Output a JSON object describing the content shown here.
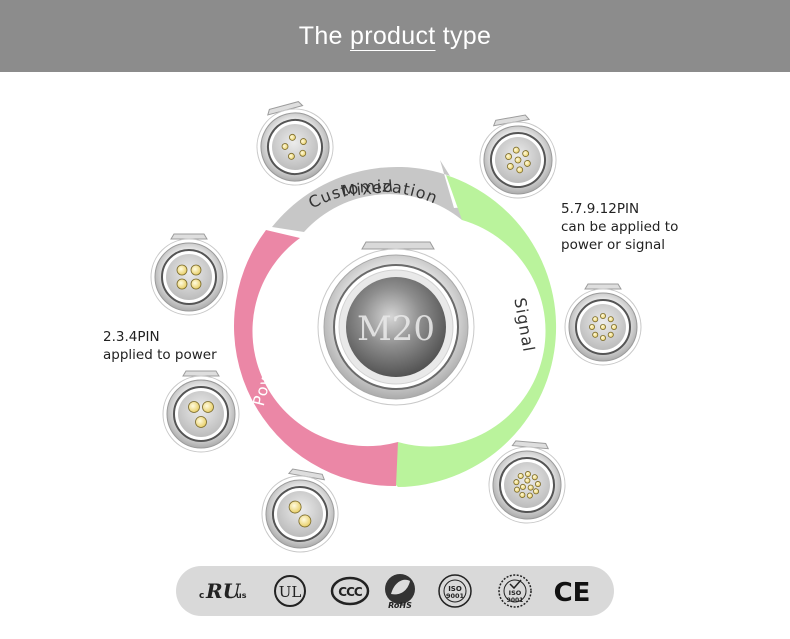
{
  "header": {
    "title_pre": "The ",
    "title_underlined": "product",
    "title_post": " type"
  },
  "center_label": "M20",
  "segments": [
    {
      "id": "mixed",
      "line1": "Mixed",
      "line2": "Customization",
      "color": "#c7c7c7"
    },
    {
      "id": "signal",
      "label": "Signal",
      "color": "#baf39c"
    },
    {
      "id": "power",
      "label": "Power",
      "color": "#eb87a6"
    }
  ],
  "notes": {
    "right": [
      "5.7.9.12PIN",
      "can be applied to",
      "power or signal"
    ],
    "left": [
      "2.3.4PIN",
      "applied to power"
    ]
  },
  "connectors": [
    {
      "name": "connector-5pin-top",
      "pins": 5
    },
    {
      "name": "connector-7pin-top-right",
      "pins": 7
    },
    {
      "name": "connector-9pin-right",
      "pins": 9
    },
    {
      "name": "connector-12pin-bottom-right",
      "pins": 12
    },
    {
      "name": "connector-2pin-bottom",
      "pins": 2
    },
    {
      "name": "connector-3pin-left",
      "pins": 3
    },
    {
      "name": "connector-4pin-left",
      "pins": 4
    }
  ],
  "certifications": [
    {
      "name": "cul-us-icon",
      "label_small_c": "c",
      "label_mark": "RU",
      "label_us": "us"
    },
    {
      "name": "ul-icon",
      "label": "UL"
    },
    {
      "name": "ccc-icon",
      "label": "CCC"
    },
    {
      "name": "rohs-icon",
      "label": "RoHS"
    },
    {
      "name": "iso9001-icon-1",
      "label": "ISO",
      "sub": "9001"
    },
    {
      "name": "iso9001-icon-2",
      "label": "ISO",
      "sub": "9001"
    },
    {
      "name": "ce-icon",
      "label": "CE"
    }
  ]
}
